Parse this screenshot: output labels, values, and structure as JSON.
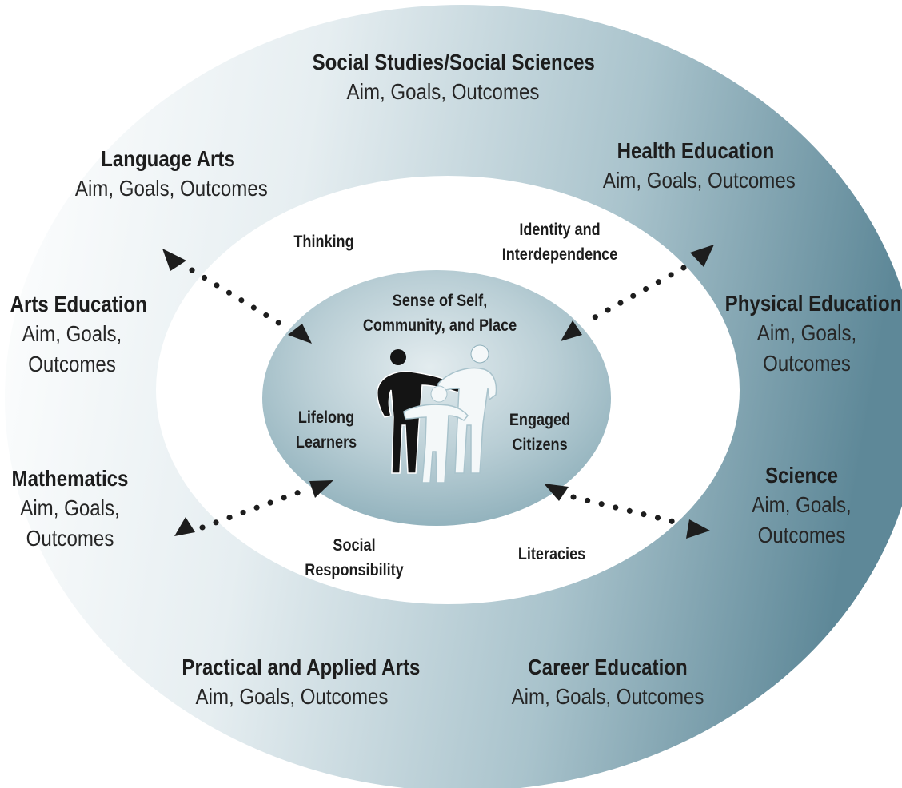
{
  "colors": {
    "outer_ring_light": "#ffffff",
    "outer_ring_dark": "#5e8898",
    "core_light": "#cfdfe4",
    "core_dark": "#8fb0bb",
    "text": "#1d1d1d",
    "figure_dark": "#141414",
    "figure_light": "#f4f8f9"
  },
  "subjects": {
    "social_studies": {
      "title": "Social Studies/Social Sciences",
      "sub": "Aim, Goals, Outcomes"
    },
    "language_arts": {
      "title": "Language Arts",
      "sub": "Aim, Goals, Outcomes"
    },
    "health_education": {
      "title": "Health Education",
      "sub": "Aim, Goals, Outcomes"
    },
    "arts_education": {
      "title": "Arts Education",
      "sub1": "Aim, Goals,",
      "sub2": "Outcomes"
    },
    "physical_education": {
      "title": "Physical Education",
      "sub1": "Aim, Goals,",
      "sub2": "Outcomes"
    },
    "mathematics": {
      "title": "Mathematics",
      "sub1": "Aim, Goals,",
      "sub2": "Outcomes"
    },
    "science": {
      "title": "Science",
      "sub1": "Aim, Goals,",
      "sub2": "Outcomes"
    },
    "practical_applied_arts": {
      "title": "Practical and Applied Arts",
      "sub": "Aim, Goals, Outcomes"
    },
    "career_education": {
      "title": "Career Education",
      "sub": "Aim, Goals, Outcomes"
    }
  },
  "competencies": {
    "thinking": "Thinking",
    "identity_line1": "Identity and",
    "identity_line2": "Interdependence",
    "social_line1": "Social",
    "social_line2": "Responsibility",
    "literacies": "Literacies"
  },
  "core": {
    "sense_line1": "Sense of Self,",
    "sense_line2": "Community, and Place",
    "lifelong_line1": "Lifelong",
    "lifelong_line2": "Learners",
    "engaged_line1": "Engaged",
    "engaged_line2": "Citizens"
  },
  "icons": {
    "center": "people-family-icon",
    "arrows": "dotted-double-arrow-icon"
  }
}
